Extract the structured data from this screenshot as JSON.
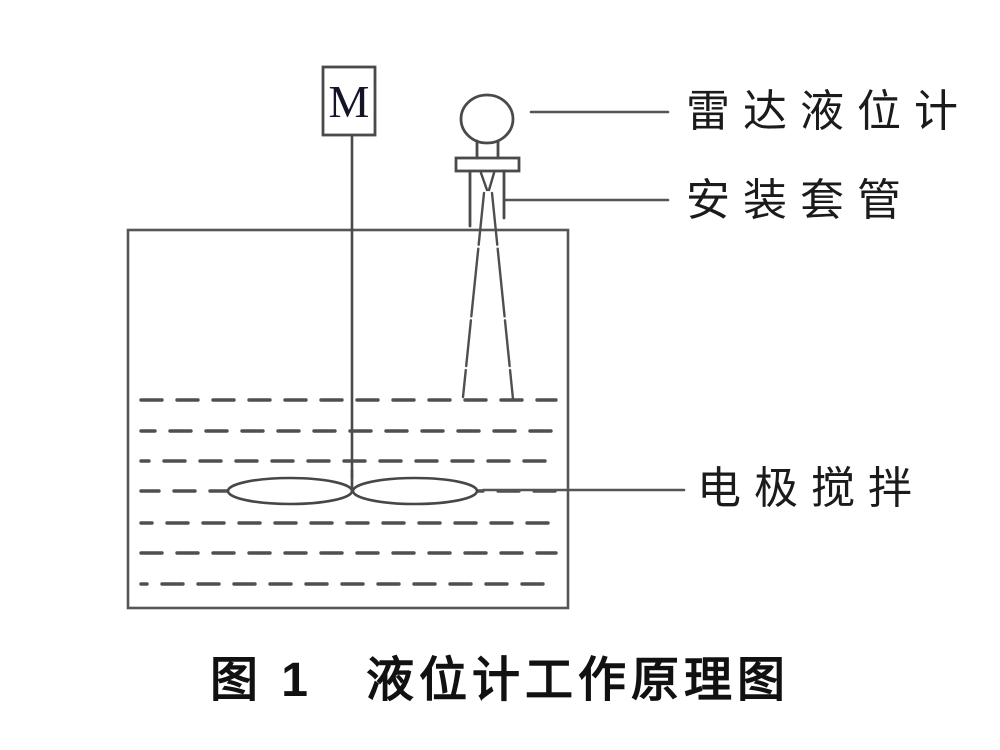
{
  "figure": {
    "motor_symbol": "M",
    "labels": {
      "radar": "雷达液位计",
      "sleeve": "安装套管",
      "stirrer": "电极搅拌"
    },
    "caption": "图 1　液位计工作原理图",
    "colors": {
      "line": "#4a4a4a",
      "tank_line": "#565656",
      "text": "#1b1b1b",
      "background": "#ffffff"
    }
  }
}
